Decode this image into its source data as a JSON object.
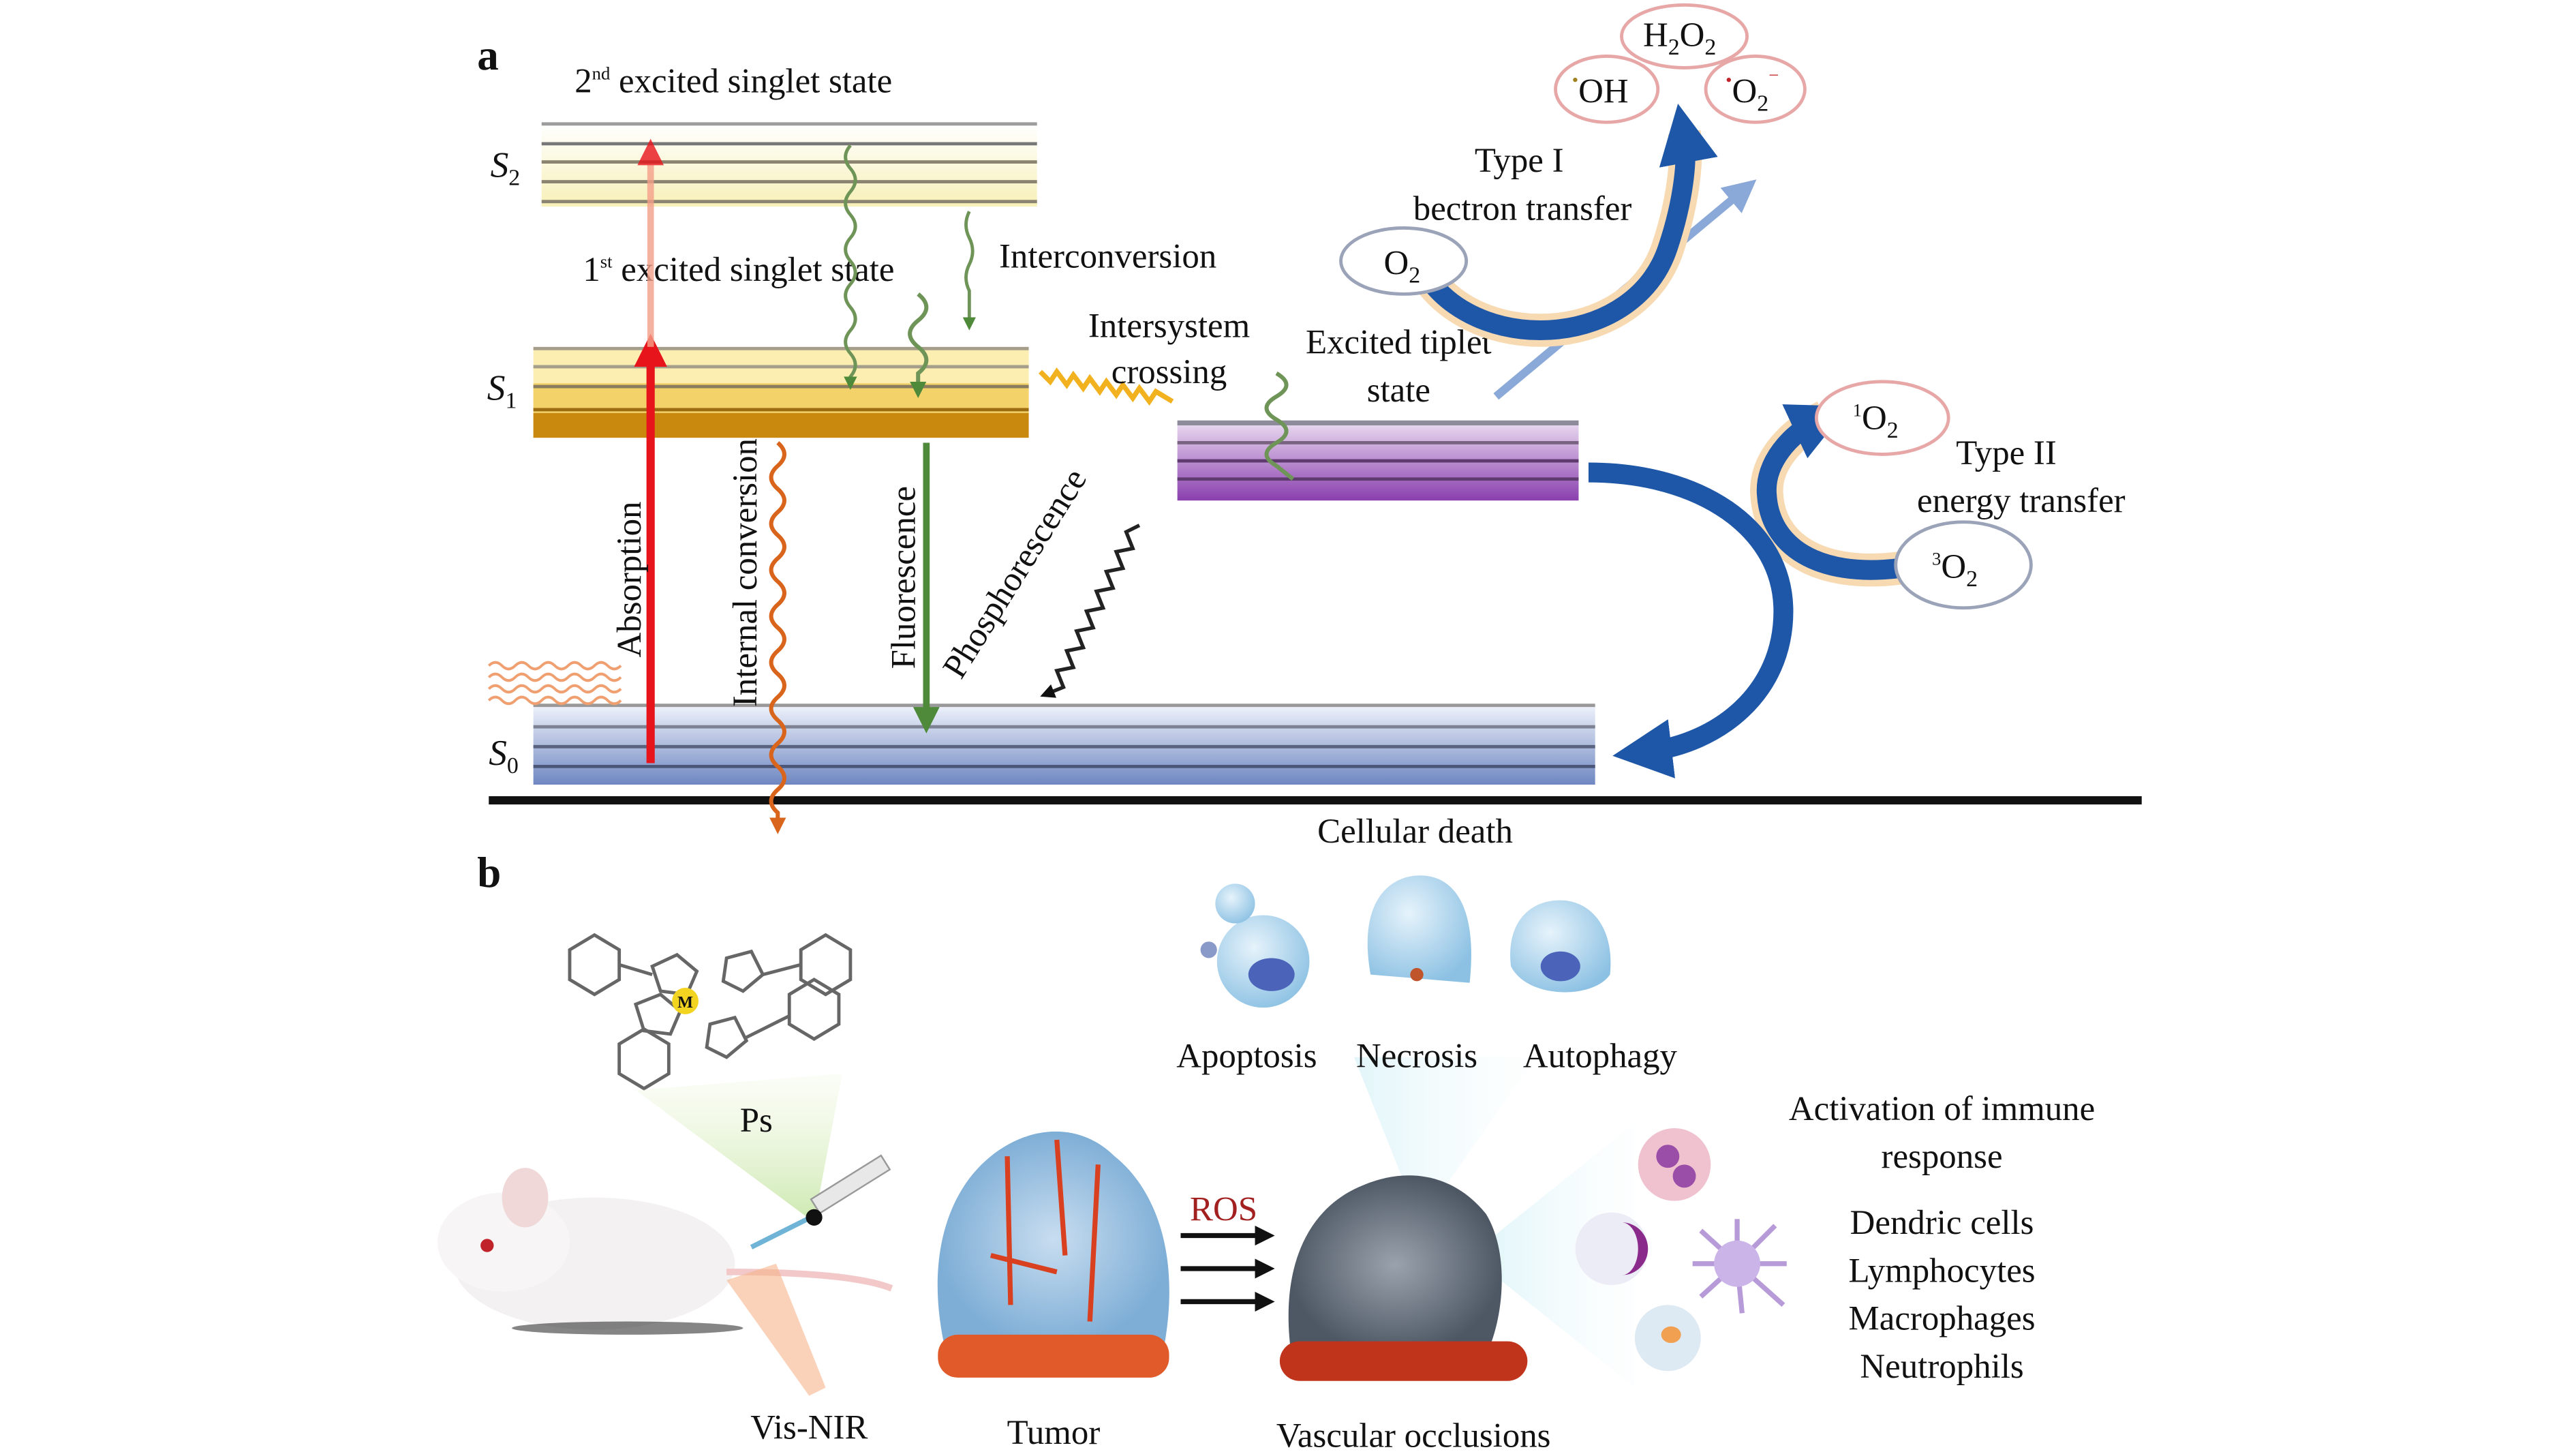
{
  "panel_a": {
    "letter": "a",
    "states": {
      "s2": {
        "symbol": "S",
        "subscript": "2",
        "title_ordinal": "2",
        "title_sup": "nd",
        "title_rest": " excited singlet state"
      },
      "s1": {
        "symbol": "S",
        "subscript": "1",
        "title_ordinal": "1",
        "title_sup": "st",
        "title_rest": " excited singlet state"
      },
      "s0": {
        "symbol": "S",
        "subscript": "0"
      }
    },
    "processes": {
      "absorption": "Absorption",
      "internal_conversion": "Internal conversion",
      "fluorescence": "Fluorescence",
      "phosphorescence": "Phosphorescence",
      "interconversion": "Interconversion",
      "isc_line1": "Intersystem",
      "isc_line2": "crossing",
      "triplet_line1": "Excited tiplet",
      "triplet_line2": "state"
    },
    "type1": {
      "line1": "Type I",
      "line2": "bectron transfer",
      "reactant": {
        "base": "O",
        "sub": "2"
      },
      "products": {
        "h2o2": {
          "a": "H",
          "a_sub": "2",
          "b": "O",
          "b_sub": "2"
        },
        "oh": {
          "radical_dot": "•",
          "text": "OH"
        },
        "superoxide": {
          "radical_dot": "•",
          "base": "O",
          "sub": "2",
          "charge": "−"
        }
      }
    },
    "type2": {
      "line1": "Type II",
      "line2": "energy transfer",
      "product": {
        "sup": "1",
        "base": "O",
        "sub": "2"
      },
      "reactant": {
        "sup": "3",
        "base": "O",
        "sub": "2"
      }
    },
    "outcome": "Cellular death"
  },
  "panel_b": {
    "letter": "b",
    "photosensitizer_label": "Ps",
    "metal_center": "M",
    "light_label": "Vis-NIR",
    "tumor_label": "Tumor",
    "ros_label": "ROS",
    "vascular_label": "Vascular occlusions",
    "death_modes": [
      "Apoptosis",
      "Necrosis",
      "Autophagy"
    ],
    "immune_title_line1": "Activation of immune",
    "immune_title_line2": "response",
    "immune_cells": [
      "Dendric cells",
      "Lymphocytes",
      "Macrophages",
      "Neutrophils"
    ]
  },
  "colors": {
    "absorption_arrow": "#e8141b",
    "fluorescence_arrow": "#4e8a3a",
    "internal_conversion": "#d9641c",
    "isc_wave": "#f2b21f",
    "phosphorescence": "#222222",
    "reaction_arrow": "#1f57a8",
    "ros_text": "#a32020"
  }
}
